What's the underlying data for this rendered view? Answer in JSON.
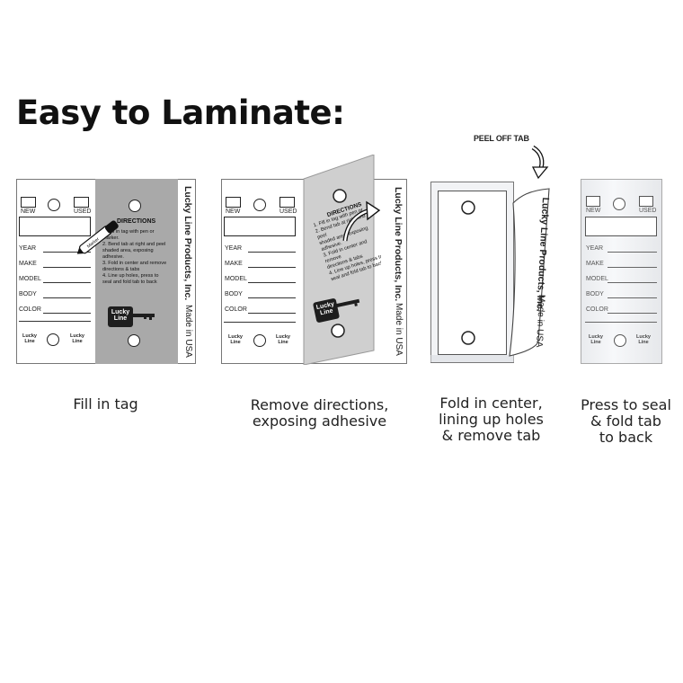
{
  "title": "Easy to Laminate:",
  "tag": {
    "new": "NEW",
    "used": "USED",
    "fields": [
      "YEAR",
      "MAKE",
      "MODEL",
      "BODY",
      "COLOR"
    ],
    "brand_small": "Lucky\nLine",
    "brand_vertical": "Lucky Line Products, Inc.",
    "made_in": "Made in USA",
    "directions_title": "DIRECTIONS",
    "directions_lines": [
      "1. Fill in tag with pen or",
      "marker.",
      "2. Bend tab at right and peel",
      "shaded area, exposing",
      "adhesive.",
      "3. Fold in center and remove",
      "directions & tabs",
      "4. Line up holes, press to",
      "seal and fold tab to back"
    ],
    "logo": "Lucky\nLine",
    "marker_brand": "Marker"
  },
  "peel_label": "PEEL OFF TAB",
  "steps": [
    {
      "caption_lines": [
        "Fill in tag"
      ]
    },
    {
      "caption_lines": [
        "Remove directions,",
        "exposing adhesive"
      ]
    },
    {
      "caption_lines": [
        "Fold in center,",
        "lining up holes",
        "& remove tab"
      ]
    },
    {
      "caption_lines": [
        "Press to seal",
        "& fold tab",
        "to back"
      ]
    }
  ],
  "colors": {
    "shade": "#a9a9a9",
    "line": "#333333",
    "peeled": "#cfcfcf"
  }
}
